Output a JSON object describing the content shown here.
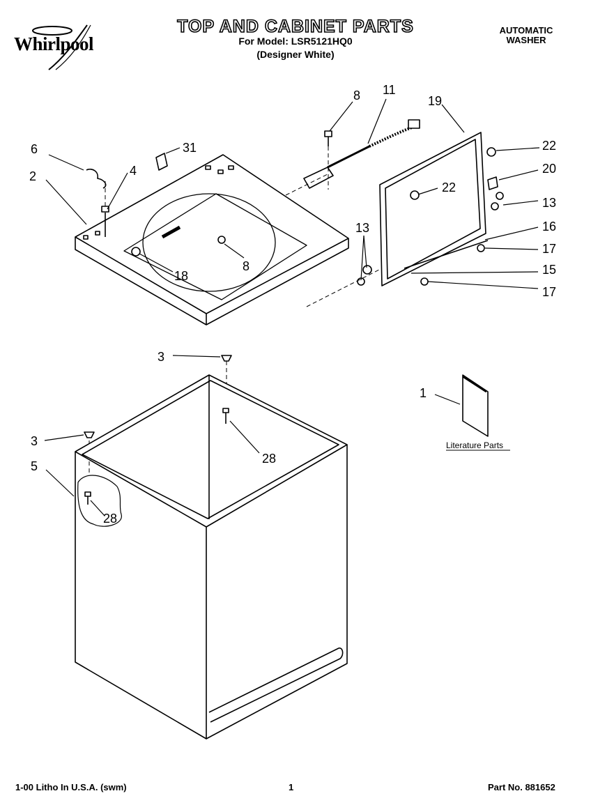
{
  "brand": "Whirlpool",
  "header": {
    "title": "TOP AND CABINET PARTS",
    "model_line": "For Model: LSR5121HQ0",
    "color_line": "(Designer White)",
    "product_line1": "AUTOMATIC",
    "product_line2": "WASHER"
  },
  "callouts": [
    "6",
    "31",
    "2",
    "4",
    "8",
    "11",
    "19",
    "22",
    "20",
    "22",
    "13",
    "16",
    "17",
    "15",
    "17",
    "13",
    "8",
    "18",
    "3",
    "28",
    "3",
    "5",
    "28",
    "1"
  ],
  "literature_label": "Literature Parts",
  "footer": {
    "left": "1-00 Litho In U.S.A. (swm)",
    "center": "1",
    "right": "Part No. 881652"
  },
  "colors": {
    "ink": "#000000",
    "paper": "#ffffff",
    "panel": "#e8e8e8"
  }
}
